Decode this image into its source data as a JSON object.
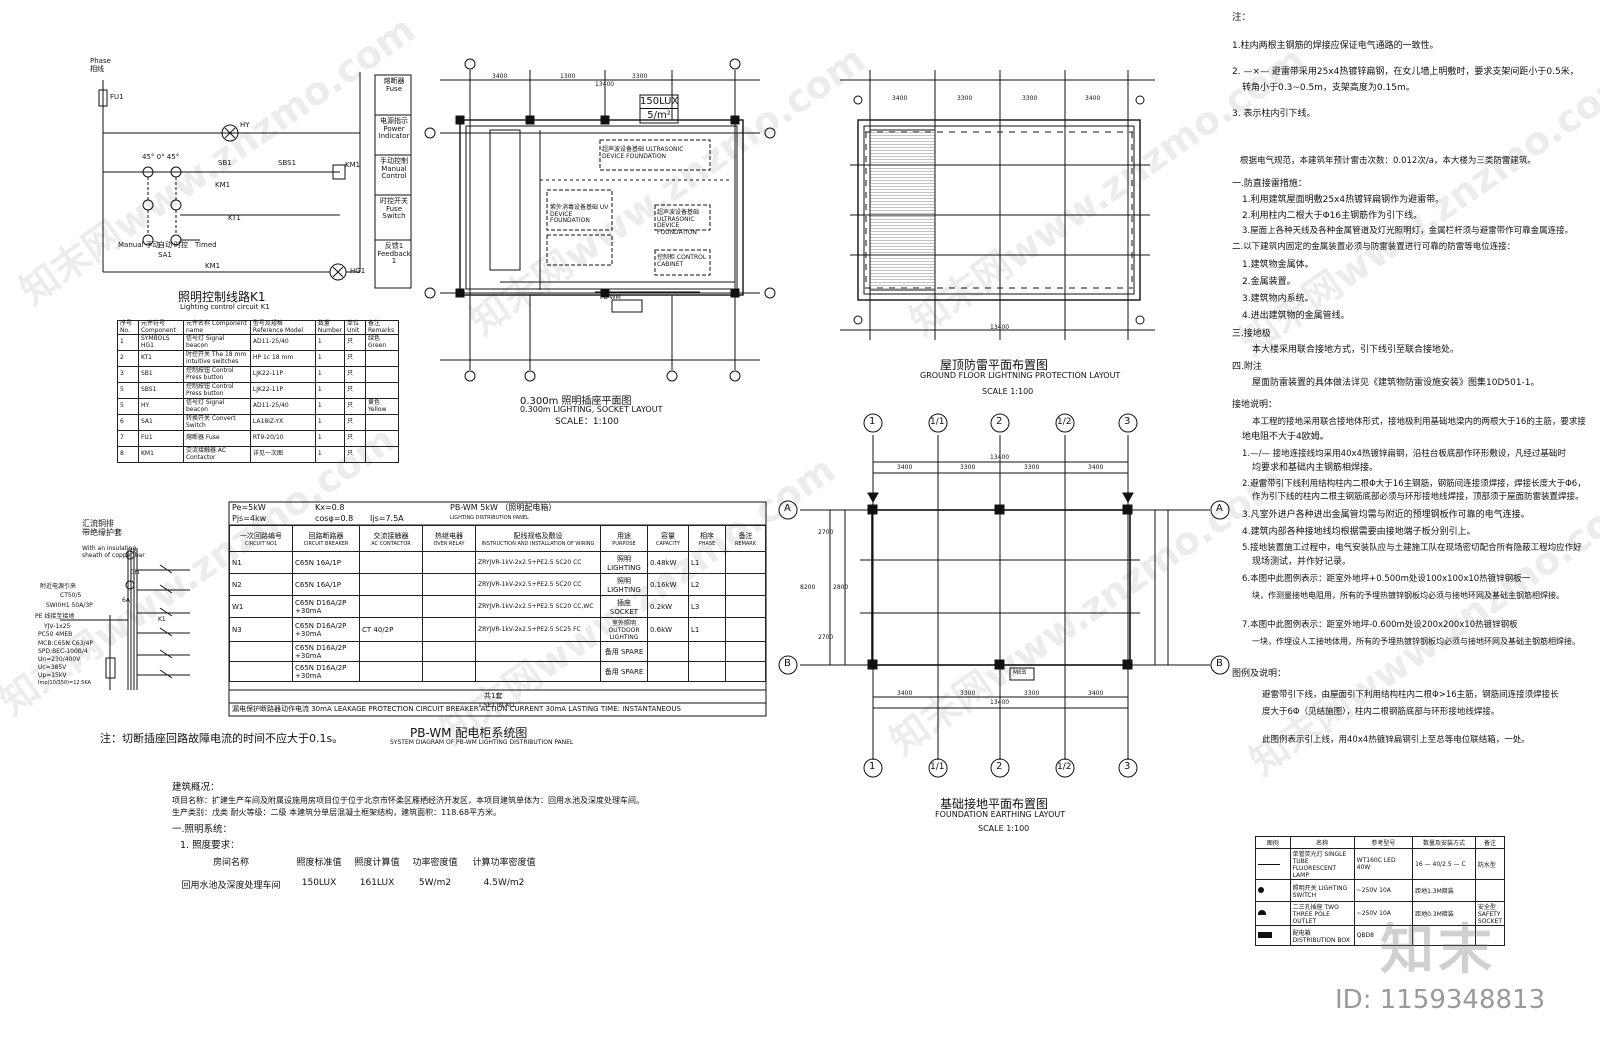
{
  "control_circuit": {
    "phase_label": "Phase\n相线",
    "fu1": "FU1",
    "hy": "HY",
    "sb1": "SB1",
    "sbs1": "SBS1",
    "km1": "KM1",
    "kt1": "KT1",
    "hg1": "HG1",
    "manual": "Manual 手动",
    "auto": "自动",
    "timed_cn": "时控",
    "timed": "Timed",
    "sa1": "SA1",
    "angles": "45°  0°  45°",
    "side_labels": [
      {
        "cn": "熔断器",
        "en": "Fuse"
      },
      {
        "cn": "电源指示",
        "en": "Power Indicator"
      },
      {
        "cn": "手动控制",
        "en": "Manual Control"
      },
      {
        "cn": "时控开关",
        "en": "Fuse Switch"
      },
      {
        "cn": "反馈1",
        "en": "Feedback 1"
      }
    ],
    "title": "照明控制线路K1",
    "subtitle": "Lighting control circuit K1"
  },
  "component_table": {
    "headers": [
      "序号 No.",
      "元件符号 Component",
      "元件名称 Component name",
      "型号及规格 Reference Model",
      "数量 Number",
      "单位 Unit",
      "备注 Remarks"
    ],
    "rows": [
      [
        "1",
        "SYMBOLS HG1",
        "信号灯 Signal beacon",
        "AD11-25/40",
        "1",
        "只",
        "绿色 Green"
      ],
      [
        "2",
        "KT1",
        "时控开关 The 18 mm intuitive switches",
        "HP 1c 18 mm",
        "1",
        "只",
        ""
      ],
      [
        "3",
        "SB1",
        "控制按钮 Control Press button",
        "LJK22-11P",
        "1",
        "只",
        ""
      ],
      [
        "5",
        "SBS1",
        "控制按钮 Control Press button",
        "LJK22-11P",
        "1",
        "只",
        ""
      ],
      [
        "5",
        "HY",
        "信号灯 Signal beacon",
        "AD11-25/40",
        "1",
        "只",
        "黄色 Yellow"
      ],
      [
        "6",
        "SA1",
        "转换开关 Convert Switch",
        "LA18IZ-YX",
        "1",
        "只",
        ""
      ],
      [
        "7",
        "FU1",
        "熔断器 Fuse",
        "RT9-20/10",
        "1",
        "只",
        ""
      ],
      [
        "8",
        "KM1",
        "交流接触器 AC Contactor",
        "详见一次图",
        "1",
        "只",
        ""
      ]
    ]
  },
  "lighting_plan": {
    "lux_label": "150LUX",
    "density_label": "5/m²",
    "dims_top": [
      "3400",
      "1300",
      "3300"
    ],
    "total_top": "13400",
    "title": "0.300m 照明插座平面图",
    "subtitle": "0.300m LIGHTING, SOCKET LAYOUT",
    "scale": "SCALE：1:100",
    "panel_label": "PB-WM",
    "box_labels": [
      "超声波设备基础 ULTRASONIC DEVICE FOUNDATION",
      "紫外消毒设备基础 UV DEVICE FOUNDATION",
      "超声波设备基础 ULTRASONIC DEVICE FOUNDATION",
      "控制柜 CONTROL CABINET"
    ]
  },
  "roof_plan": {
    "title": "屋顶防雷平面布置图",
    "subtitle": "GROUND FLOOR LIGHTNING PROTECTION LAYOUT",
    "scale": "SCALE  1:100",
    "dims": [
      "3400",
      "3300",
      "3300",
      "3400"
    ],
    "total": "13400"
  },
  "foundation_plan": {
    "title": "基础接地平面布置图",
    "subtitle": "FOUNDATION EARTHING LAYOUT",
    "scale": "SCALE  1:100",
    "axes_top": [
      "1",
      "1/1",
      "2",
      "1/2",
      "3"
    ],
    "axes_side": [
      "A",
      "B"
    ],
    "dims": [
      "3400",
      "3300",
      "3300",
      "3400"
    ],
    "total": "13400",
    "side_dims": [
      "2700",
      "2800",
      "2700"
    ],
    "side_total": "8200",
    "meb": "MEB"
  },
  "distribution": {
    "pe": "Pe=5kW",
    "pjs": "Pjs=4kw",
    "kx": "Kx=0.8",
    "cos": "cosφ=0.8",
    "ijs": "Ijs=7.5A",
    "panel": "PB-WM 5kW （照明配电箱）",
    "panel_en": "LIGHTING DISTRIBUTION PANEL",
    "headers": [
      {
        "cn": "一次回路编号",
        "en": "CIRCUIT NO1"
      },
      {
        "cn": "回路断路器",
        "en": "CIRCUIT BREAKER"
      },
      {
        "cn": "交流接触器",
        "en": "AC CONTACTOR"
      },
      {
        "cn": "热继电器",
        "en": "OVER RELAY"
      },
      {
        "cn": "配线规格及敷设",
        "en": "INSTRUCTION AND INSTALLATION OF WIRING"
      },
      {
        "cn": "用途",
        "en": "PURPOSE"
      },
      {
        "cn": "容量",
        "en": "CAPACITY"
      },
      {
        "cn": "相序",
        "en": "PHASE"
      },
      {
        "cn": "备注",
        "en": "REMARK"
      }
    ],
    "rows": [
      [
        "N1",
        "C65N 16A/1P",
        "",
        "",
        "ZRYJVR-1kV-2x2.5+PE2.5 SC20 CC",
        "照明 LIGHTING",
        "0.48kW",
        "L1",
        ""
      ],
      [
        "N2",
        "C65N 16A/1P",
        "",
        "",
        "ZRYJVR-1kV-2x2.5+PE2.5 SC20 CC",
        "照明 LIGHTING",
        "0.16kW",
        "L2",
        ""
      ],
      [
        "W1",
        "C65N D16A/2P +30mA",
        "",
        "",
        "ZRYJVR-1kV-2x2.5+PE2.5 SC20 CC,WC",
        "插座 SOCKET",
        "0.2kW",
        "L3",
        ""
      ],
      [
        "N3",
        "C65N D16A/2P +30mA",
        "CT 40/2P",
        "",
        "ZRYJVR-1kV-2x2.5+PE2.5 SC25 FC",
        "室外照明 OUTDOOR LIGHTING",
        "0.6kW",
        "L1",
        ""
      ],
      [
        "",
        "C65N D16A/2P +30mA",
        "",
        "",
        "",
        "备用 SPARE",
        "",
        "",
        ""
      ],
      [
        "",
        "C65N D16A/2P +30mA",
        "",
        "",
        "",
        "备用 SPARE",
        "",
        "",
        ""
      ]
    ],
    "total_cn": "共1套",
    "total_en": "1 SET IN ALL",
    "leakage": "漏电保护断路器动作电流 30mA  LEAKAGE PROTECTION CIRCUIT BREAKER ACTION CURRENT 30mA   LASTING TIME: INSTANTANEOUS",
    "title": "PB-WM 配电柜系统图",
    "subtitle": "SYSTEM DIAGRAM OF PB-WM LIGHTING DISTRIBUTION PANEL"
  },
  "busbar": {
    "label_cn": "汇流铜排\n带绝缘护套",
    "label_en": "With an insulating\nsheath of copper bar",
    "incoming": "附近电源引来",
    "ct": "CT50/5",
    "switch": "SWI0H1 50A/3P",
    "pe": "PE 线接至接地",
    "cable": "YJV-1x25",
    "pc": "PC50 4MEB",
    "mcb": "MCB:C65N C63/4P",
    "spd": "SPD:BEC-100B/4",
    "un": "Un=230/400V",
    "uc": "Uc=385V",
    "up": "Up=15kV",
    "imp": "Imp(10/350)=12.5KA",
    "gn": "GN",
    "amp": "6A",
    "k1": "K1",
    "note": "注：切断插座回路故障电流的时间不应大于0.1s。"
  },
  "overview": {
    "heading": "建筑概况：",
    "lines": [
      "项目名称：扩建生产车间及附属设施用房项目位于位于北京市怀柔区雁栖经济开发区，本项目建筑单体为：回用水池及深度处理车间。",
      "生产类别：戊类   耐火等级：二级 本建筑分单层混凝土框架结构，建筑面积：118.68平方米。"
    ],
    "section": "一.照明系统：",
    "sub": "1. 照度要求：",
    "table_headers": [
      "房间名称",
      "照度标准值",
      "照度计算值",
      "功率密度值",
      "计算功率密度值"
    ],
    "table_row": [
      "回用水池及深度处理车间",
      "150LUX",
      "161LUX",
      "5W/m2",
      "4.5W/m2"
    ]
  },
  "notes": {
    "heading": "注：",
    "items": [
      "1.柱内两根主钢筋的焊接应保证电气通路的一致性。",
      "2. —×— 避雷带采用25x4热镀锌扁钢，在女儿墙上明敷时，要求支架间距小于0.5米，",
      "转角小于0.3~0.5m，支架高度为0.15m。",
      "3.  表示柱内引下线。",
      "根据电气规范，本建筑年预计雷击次数：0.012次/a，本大楼为三类防雷建筑。",
      "一.防直接雷措施：",
      "1.利用建筑屋面明敷25x4热镀锌扁钢作为避雷带。",
      "2.利用柱内二根大于Φ16主钢筋作为引下线。",
      "3.屋面上各种天线及各种金属管道及灯光照明灯，金属栏杆须与避雷带作可靠金属连接。",
      "二.以下建筑内固定的金属装置必须与防雷装置进行可靠的防雷等电位连接：",
      "1.建筑物金属体。",
      "2.金属装置。",
      "3.建筑物内系统。",
      "4.进出建筑物的金属管线。",
      "三.接地极",
      "本大楼采用联合接地方式，引下线引至联合接地处。",
      "四.附注",
      "屋面防雷装置的具体做法详见《建筑物防雷设施安装》图集10D501-1。",
      "接地说明：",
      "本工程的接地采用联合接地体形式，接地极利用基础地梁内的两根大于16的主筋，要求接",
      "地电阻不大于4欧姆。",
      "1.—/— 接地连接线均采用40x4热镀锌扁钢，沿柱台板底部作环形敷设，凡经过基础时",
      "均要求和基础内主钢筋相焊接。",
      "2.避雷带引下线利用结构柱内二根Φ大于16主钢筋，钢筋间连接须焊接，焊接长度大于Φ6，",
      "作为引下线的柱内二根主钢筋底部必须与环形接地线焊接，顶部须于屋面防雷装置焊接。",
      "3.凡室外进户各种进出金属管均需与附近的预埋钢板作可靠的电气连接。",
      "4.建筑内部各种接地线均根据需要由接地端子板分别引上。",
      "5.接地装置施工过程中，电气安装队应与土建施工队在现场密切配合所有隐蔽工程均应作好",
      "现场测试，并作好记录。",
      "6.本图中此图例表示：距室外地坪+0.500m处设100x100x10热镀锌钢板一",
      "块，作测量接地电阻用，所有的予埋热镀锌钢板均必须与接地环网及基础主钢筋相焊接。",
      "7.本图中此图例表示：距室外地坪-0.600m处设200x200x10热镀锌钢板",
      "一块，作埋设人工接地体用，所有的予埋热镀锌钢板均必须与接地环网及基础主钢筋相焊接。",
      "图例及说明：",
      "避雷带引下线，由屋面引下利用结构柱内二根Φ>16主筋，钢筋间连接须焊接长",
      "度大于6Φ（见结施图），柱内二根钢筋底部与环形接地线焊接。",
      "此图例表示引上线，用40x4热镀锌扁钢引上至总等电位联结箱，一处。"
    ]
  },
  "legend_table": {
    "headers": [
      "图例",
      "名称",
      "参考型号",
      "数量及安装方式",
      "备注"
    ],
    "rows": [
      [
        "",
        "单管荧光灯 SINGLE TUBE FLUORESCENT LAMP",
        "WT160C LED 40W",
        "16 — 40/2.5 — C",
        "防水型"
      ],
      [
        "",
        "照明开关 LIGHTING SWITCH",
        "~250V 10A",
        "距地1.3M暗装",
        ""
      ],
      [
        "",
        "二三孔插座 TWO THREE POLE OUTLET",
        "~250V 10A",
        "距地0.3M暗装",
        "安全型 SAFETY SOCKET"
      ],
      [
        "",
        "配电箱 DISTRIBUTION BOX",
        "QBD8",
        "",
        ""
      ]
    ]
  },
  "footer": {
    "id": "ID: 1159348813",
    "logo": "知末"
  },
  "watermark": "知末网www.znzmo.com"
}
